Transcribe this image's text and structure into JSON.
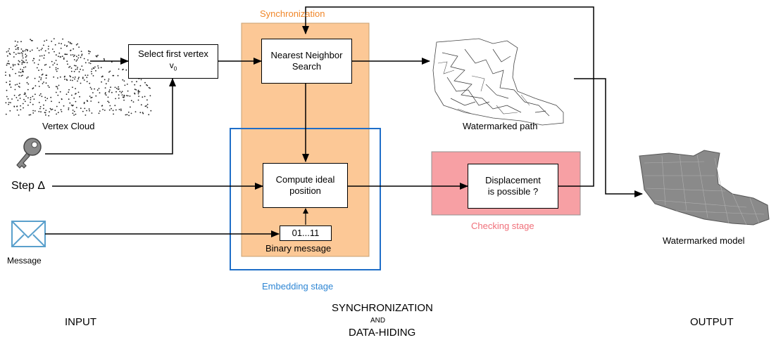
{
  "input": {
    "vertex_cloud_label": "Vertex Cloud",
    "step_label": "Step Δ",
    "message_label": "Message",
    "key_icon": "key-icon",
    "envelope_icon": "envelope-icon"
  },
  "boxes": {
    "select_first_vertex_line1": "Select first vertex",
    "select_first_vertex_v": "v",
    "select_first_vertex_sub": "0",
    "nearest_neighbor_line1": "Nearest Neighbor",
    "nearest_neighbor_line2": "Search",
    "compute_ideal_line1": "Compute ideal",
    "compute_ideal_line2": "position",
    "binary_value": "01...11",
    "binary_label": "Binary message",
    "displacement_line1": "Displacement",
    "displacement_line2": "is possible ?"
  },
  "regions": {
    "synchronization": "Synchronization",
    "embedding_stage": "Embedding stage",
    "checking_stage": "Checking stage"
  },
  "outputs": {
    "watermarked_path": "Watermarked path",
    "watermarked_model": "Watermarked model"
  },
  "stages": {
    "input": "INPUT",
    "sync_line1": "SYNCHRONIZATION",
    "sync_line2": "AND",
    "sync_line3": "DATA-HIDING",
    "output": "OUTPUT"
  },
  "colors": {
    "synchronization_fill": "#fcc896",
    "embedding_border": "#1e6ec8",
    "checking_fill": "#f7a0a4",
    "label_orange": "#f0872a",
    "label_blue": "#2e86d4",
    "label_pink": "#f0707a"
  }
}
